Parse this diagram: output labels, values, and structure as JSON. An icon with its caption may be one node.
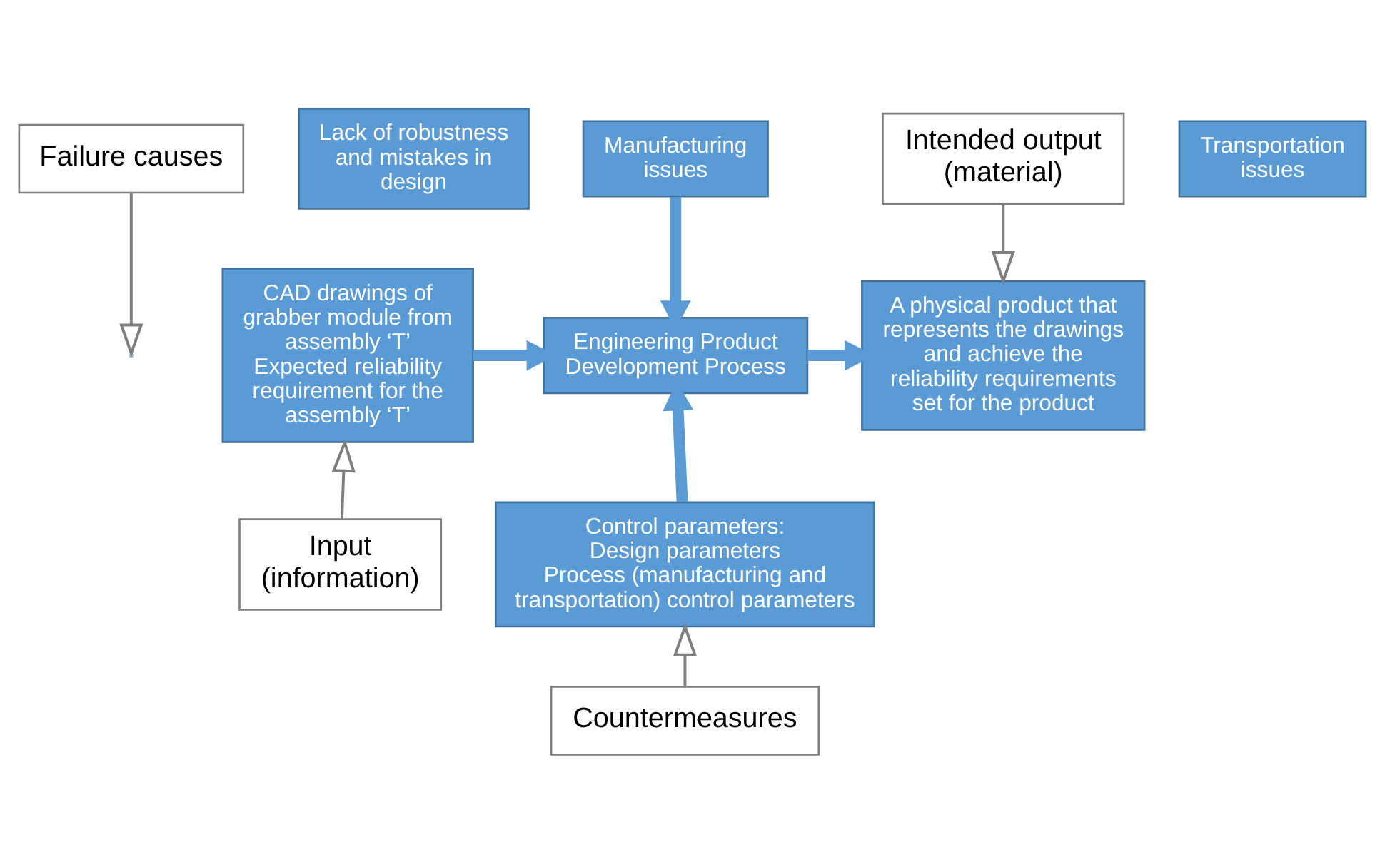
{
  "diagram": {
    "nodes": [
      {
        "text": [
          "Failure causes"
        ]
      },
      {
        "text": [
          "Lack of robustness and mistakes in design"
        ]
      },
      {
        "text": [
          "Manufacturing issues"
        ]
      },
      {
        "text": [
          "Transportation issues"
        ]
      },
      {
        "text": [
          "CAD drawings of grabber module from assembly ‘T’",
          "Expected reliability requirement for the assembly ‘T’"
        ]
      },
      {
        "text": [
          "Input (information)"
        ]
      },
      {
        "text": [
          "Engineering Product Development Process"
        ]
      },
      {
        "text": [
          "Intended output (material)"
        ]
      },
      {
        "text": [
          "A physical product that represents the drawings and achieve the reliability requirements set for the product"
        ]
      },
      {
        "text": [
          "Control parameters:",
          "Design parameters",
          "Process (manufacturing and transportation) control parameters"
        ]
      },
      {
        "text": [
          "Countermeasures"
        ]
      }
    ],
    "edges": [
      {
        "from": 0,
        "to": null,
        "arrow": "to"
      },
      {
        "from": 2,
        "to": 6,
        "arrow": "to",
        "style": "thick",
        "color": "#5b9bd5"
      },
      {
        "from": 4,
        "to": 6,
        "arrow": "to",
        "style": "thick",
        "color": "#5b9bd5"
      },
      {
        "from": 6,
        "to": 8,
        "arrow": "to",
        "style": "thick",
        "color": "#5b9bd5"
      },
      {
        "from": 9,
        "to": 6,
        "arrow": "to",
        "style": "thick",
        "color": "#5b9bd5"
      },
      {
        "from": 5,
        "to": 4,
        "arrow": "to"
      },
      {
        "from": 7,
        "to": 8,
        "arrow": "to"
      },
      {
        "from": 10,
        "to": 9,
        "arrow": "to"
      }
    ]
  }
}
